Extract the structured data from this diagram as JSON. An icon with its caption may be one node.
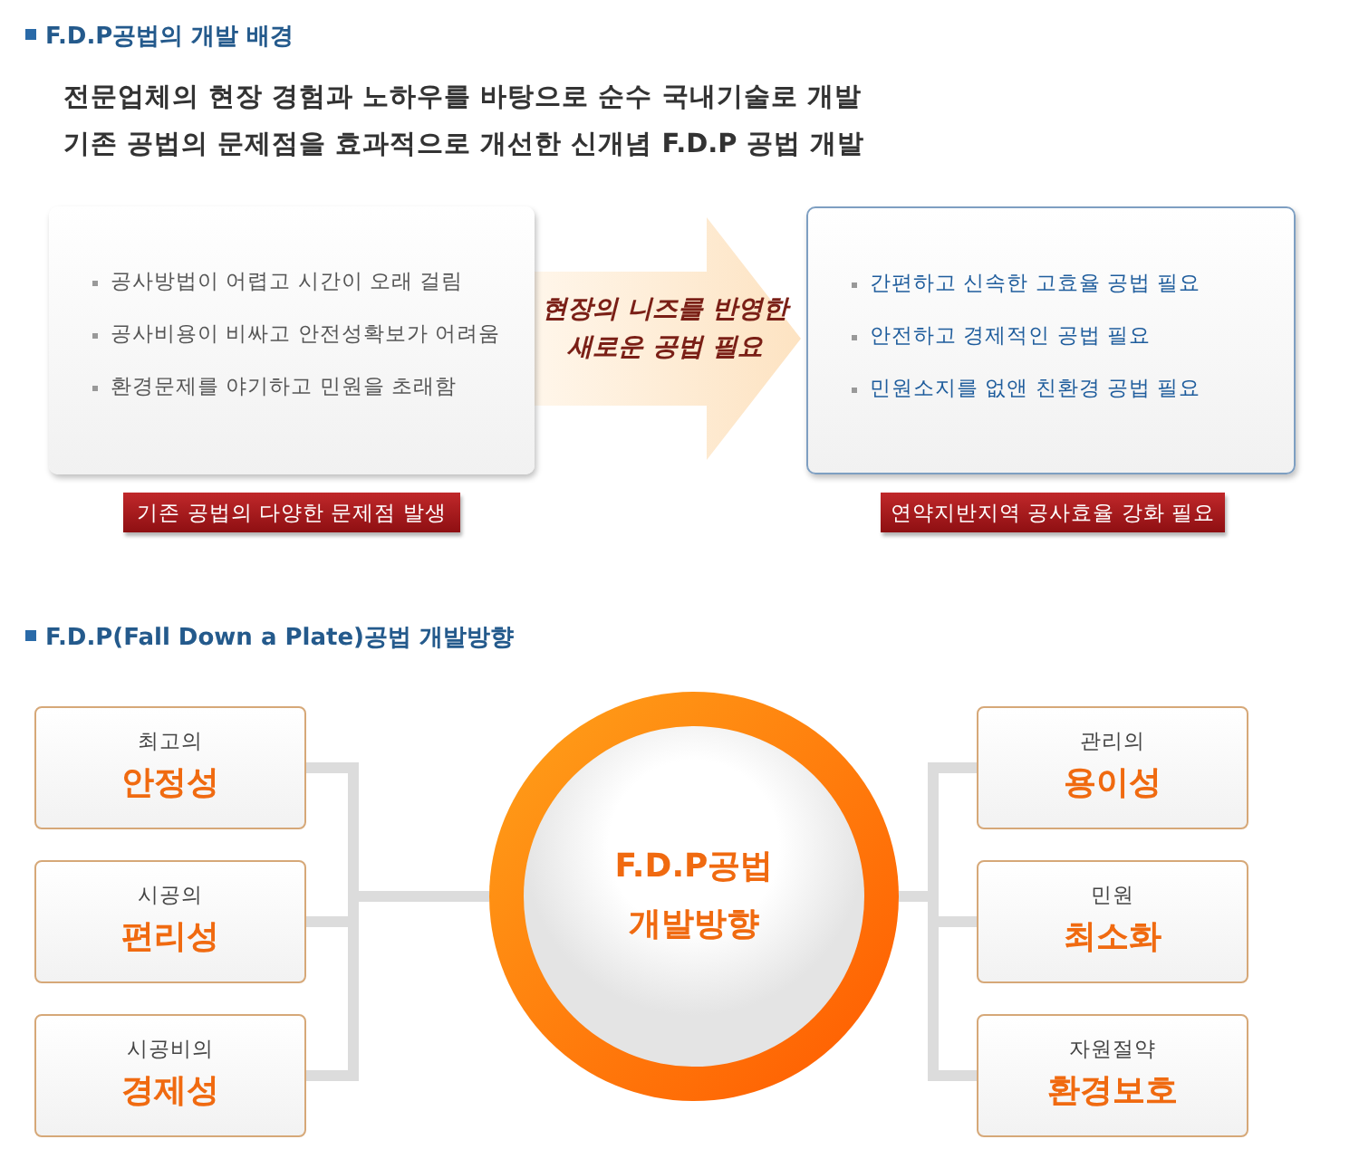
{
  "diagram": {
    "title": "F.D.P공법의 개발 배경",
    "nodes": [
      {
        "text": [
          "공사방법이 어렵고 시간이 오래 걸림",
          "공사비용이 비싸고 안전성확보가 어려움",
          "환경문제를 야기하고 민원을 초래함"
        ]
      },
      {
        "text": [
          "기존 공법의 다양한 문제점 발생"
        ]
      },
      {
        "text": [
          "간편하고 신속한 고효율 공법 필요",
          "안전하고 경제적인 공법 필요",
          "민원소지를 없앤 친환경 공법 필요"
        ]
      },
      {
        "text": [
          "연약지반지역 공사효율 강화 필요"
        ]
      },
      {
        "text": [
          "F.D.P공법 개발방향"
        ]
      },
      {
        "text": [
          "최고의",
          "안정성"
        ]
      },
      {
        "text": [
          "시공의",
          "편리성"
        ]
      },
      {
        "text": [
          "시공비의",
          "경제성"
        ]
      },
      {
        "text": [
          "관리의",
          "용이성"
        ]
      },
      {
        "text": [
          "민원",
          "최소화"
        ]
      },
      {
        "text": [
          "자원절약",
          "환경보호"
        ]
      }
    ],
    "edges": [
      {
        "from": 0,
        "to": 2,
        "arrow": "to",
        "label": "현장의 니즈를 반영한 새로운 공법 필요",
        "style": "thick",
        "color": "#fde3c2"
      },
      {
        "from": 5,
        "to": 4,
        "arrow": "none"
      },
      {
        "from": 6,
        "to": 4,
        "arrow": "none"
      },
      {
        "from": 7,
        "to": 4,
        "arrow": "none"
      },
      {
        "from": 4,
        "to": 8,
        "arrow": "none"
      },
      {
        "from": 4,
        "to": 9,
        "arrow": "none"
      },
      {
        "from": 4,
        "to": 10,
        "arrow": "none"
      }
    ],
    "labels": [
      "전문업체의 현장 경험과 노하우를 바탕으로 순수 국내기술로 개발",
      "기존 공법의 문제점을 효과적으로 개선한 신개념 F.D.P 공법 개발",
      "F.D.P(Fall Down a Plate)공법 개발방향"
    ]
  }
}
